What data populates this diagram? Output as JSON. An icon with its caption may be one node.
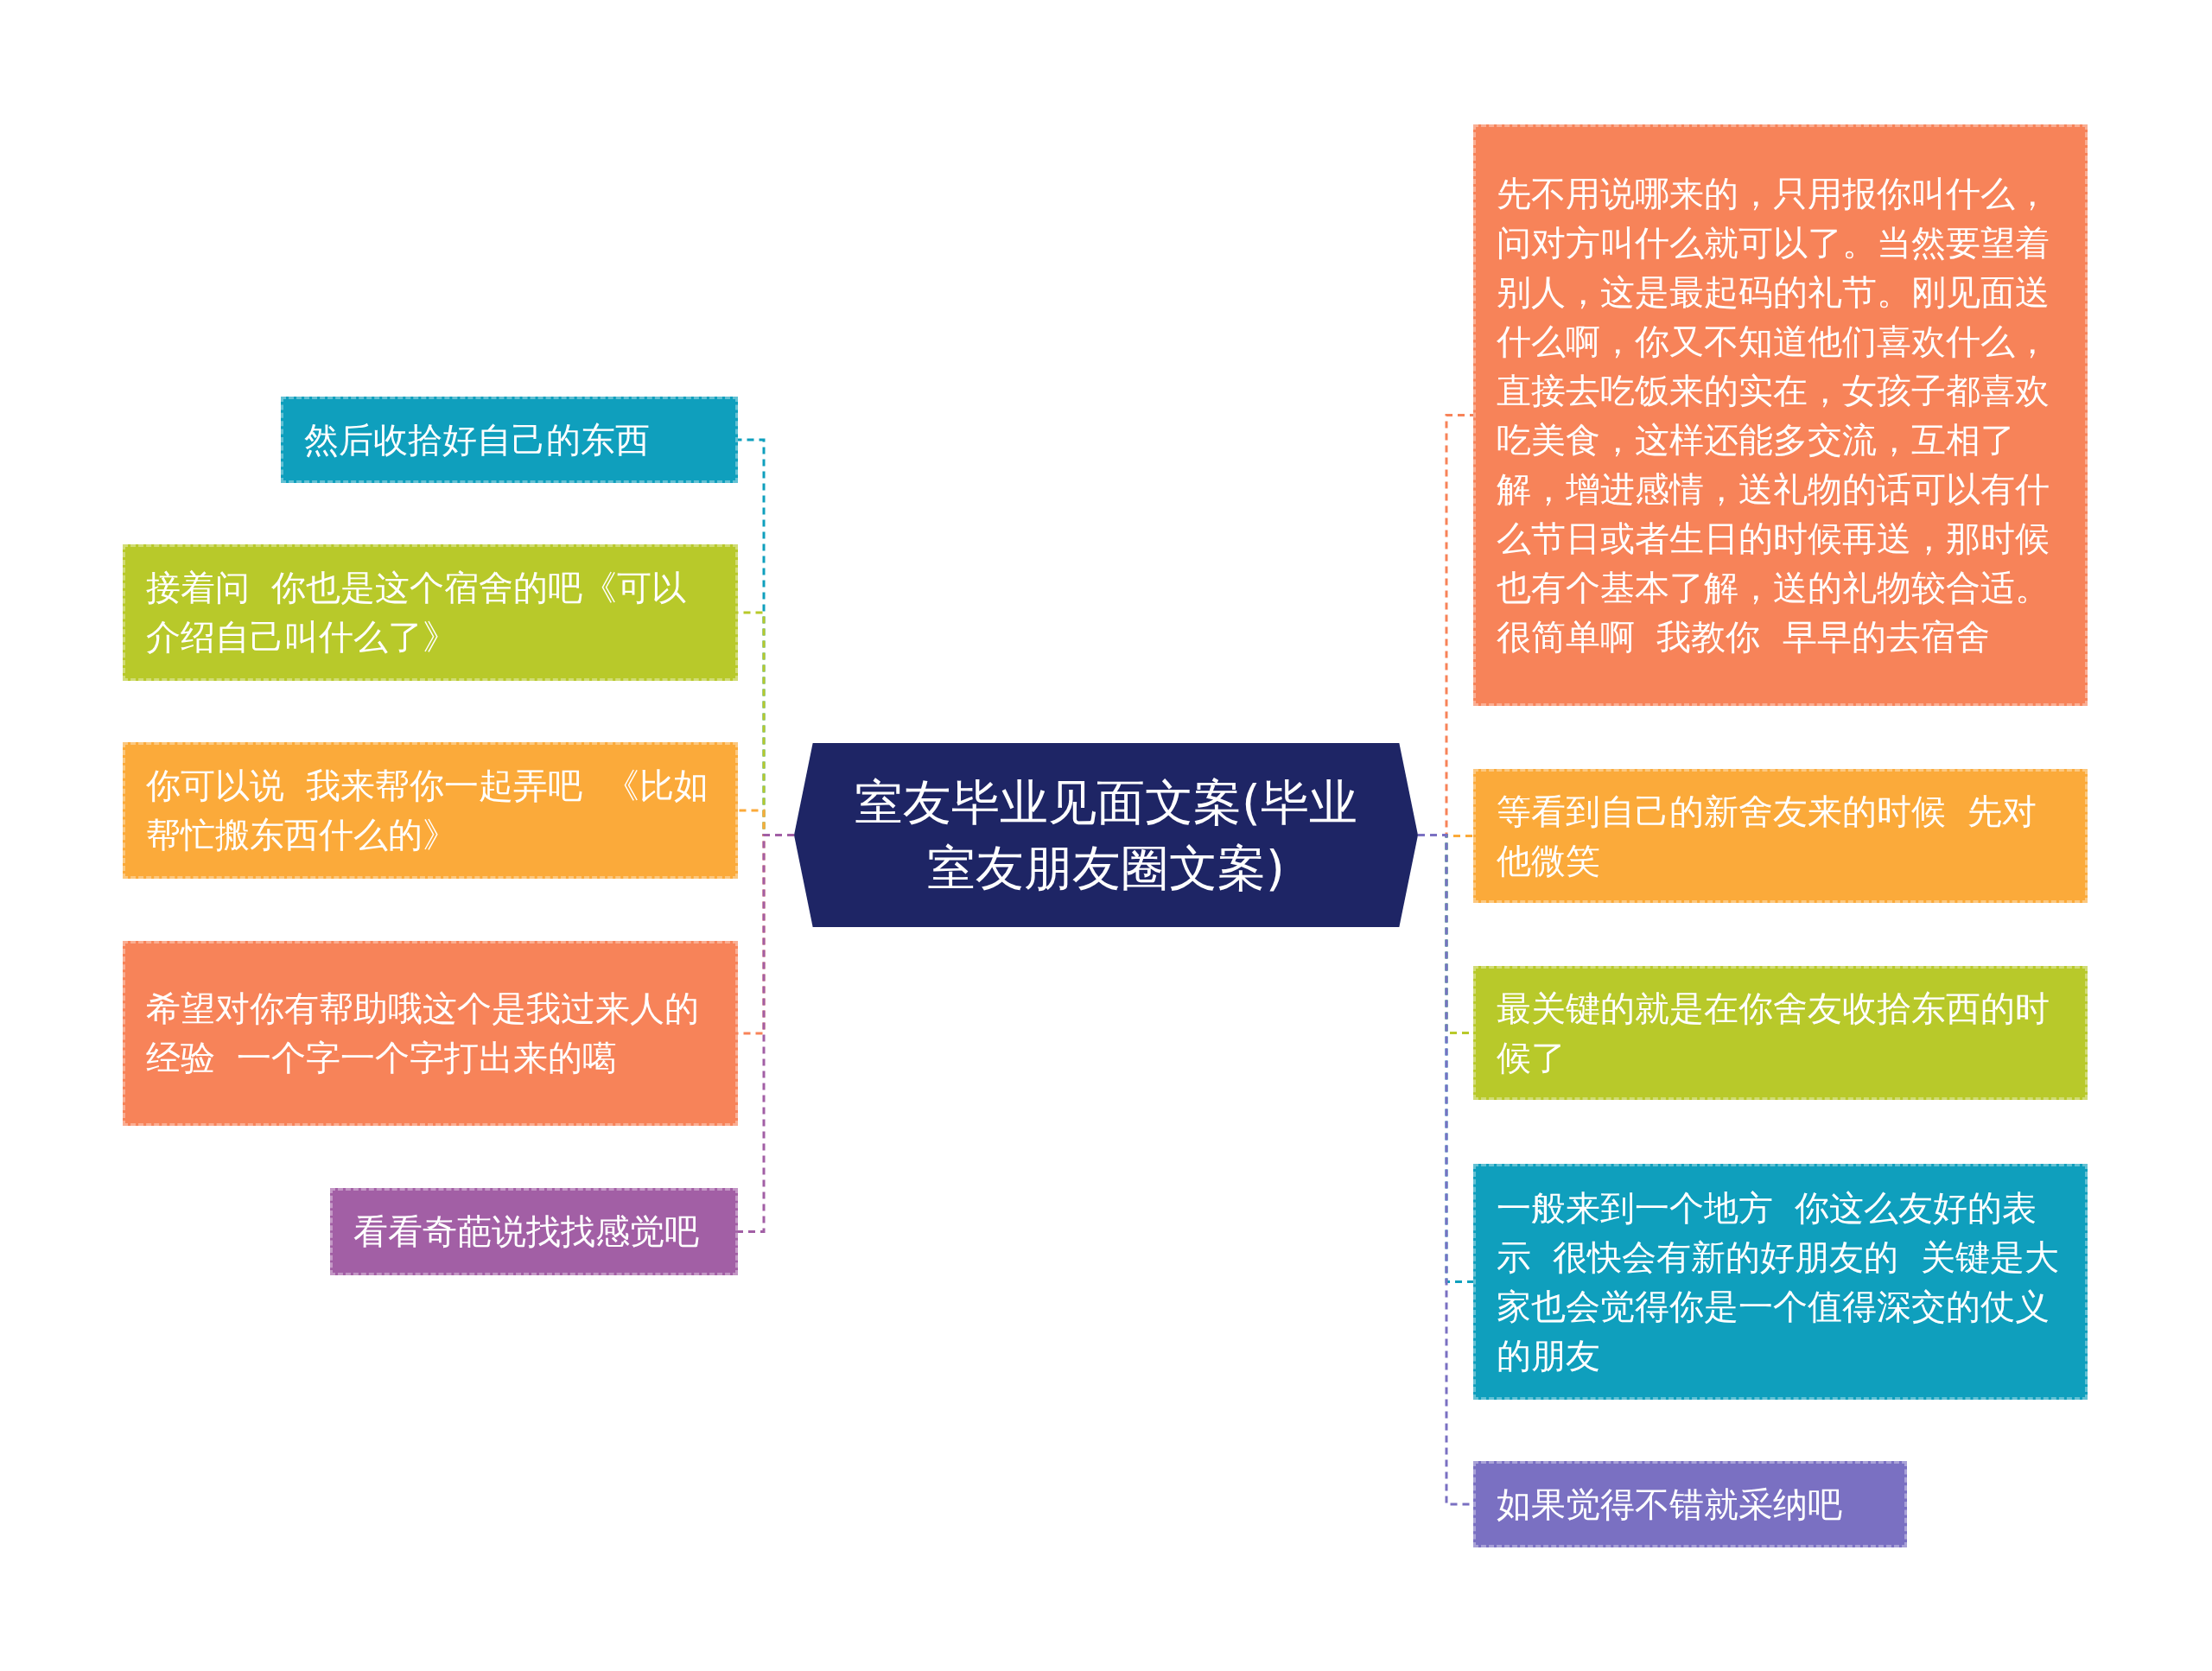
{
  "diagram": {
    "nodes": [
      {
        "text": [
          "室友毕业见面文案(毕业室友朋友圈文案)"
        ]
      },
      {
        "text": [
          "然后收拾好自己的东西"
        ]
      },
      {
        "text": [
          "接着问  你也是这个宿舍的吧《可以介绍自己叫什么了》"
        ]
      },
      {
        "text": [
          "你可以说  我来帮你一起弄吧  《比如帮忙搬东西什么的》"
        ]
      },
      {
        "text": [
          "希望对你有帮助哦这个是我过来人的经验  一个字一个字打出来的噶"
        ]
      },
      {
        "text": [
          "看看奇葩说找找感觉吧"
        ]
      },
      {
        "text": [
          "先不用说哪来的，只用报你叫什么，问对方叫什么就可以了。当然要望着别人，这是最起码的礼节。刚见面送什么啊，你又不知道他们喜欢什么，直接去吃饭来的实在，女孩子都喜欢吃美食，这样还能多交流，互相了解，增进感情，送礼物的话可以有什么节日或者生日的时候再送，那时候也有个基本了解，送的礼物较合适。很简单啊  我教你  早早的去宿舍"
        ]
      },
      {
        "text": [
          "等看到自己的新舍友来的时候  先对他微笑"
        ]
      },
      {
        "text": [
          "最关键的就是在你舍友收拾东西的时候了"
        ]
      },
      {
        "text": [
          "一般来到一个地方  你这么友好的表示  很快会有新的好朋友的  关键是大家也会觉得你是一个值得深交的仗义的朋友"
        ]
      },
      {
        "text": [
          "如果觉得不错就采纳吧"
        ]
      }
    ],
    "edges": [
      {
        "from": 0,
        "to": 1,
        "arrow": "none",
        "style": "dashed",
        "color": "#0f9fbd"
      },
      {
        "from": 0,
        "to": 2,
        "arrow": "none",
        "style": "dashed",
        "color": "#b8c92a"
      },
      {
        "from": 0,
        "to": 3,
        "arrow": "none",
        "style": "dashed",
        "color": "#fbaa3a"
      },
      {
        "from": 0,
        "to": 4,
        "arrow": "none",
        "style": "dashed",
        "color": "#f78359"
      },
      {
        "from": 0,
        "to": 5,
        "arrow": "none",
        "style": "dashed",
        "color": "#a25fa5"
      },
      {
        "from": 0,
        "to": 6,
        "arrow": "none",
        "style": "dashed",
        "color": "#f78359"
      },
      {
        "from": 0,
        "to": 7,
        "arrow": "none",
        "style": "dashed",
        "color": "#fbaa3a"
      },
      {
        "from": 0,
        "to": 8,
        "arrow": "none",
        "style": "dashed",
        "color": "#b8c92a"
      },
      {
        "from": 0,
        "to": 9,
        "arrow": "none",
        "style": "dashed",
        "color": "#0f9fbd"
      },
      {
        "from": 0,
        "to": 10,
        "arrow": "none",
        "style": "dashed",
        "color": "#7a70c2"
      }
    ]
  }
}
